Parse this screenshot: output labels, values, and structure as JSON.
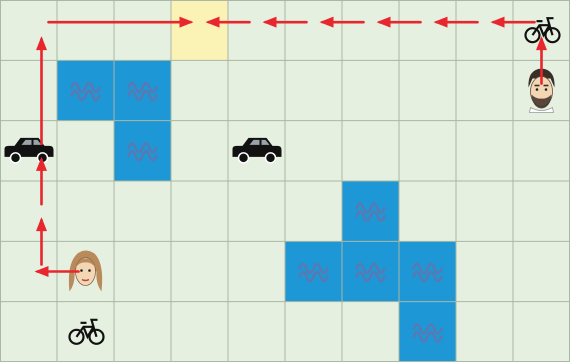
{
  "grid": {
    "cols": 10,
    "rows": 6
  },
  "colors": {
    "land": "#e6f0e0",
    "grid_line": "#a9b7a4",
    "water": "#1e97d6",
    "water_wave": "#5b78b0",
    "target": "#fbf2b6",
    "arrow": "#e8262d",
    "vehicle": "#111111",
    "skin": "#f3d7b4",
    "hair_dark": "#3a2f27",
    "hair_light": "#b98a5c"
  },
  "cells": [
    {
      "col": 3,
      "row": 0,
      "kind": "target"
    },
    {
      "col": 1,
      "row": 1,
      "kind": "water"
    },
    {
      "col": 2,
      "row": 1,
      "kind": "water"
    },
    {
      "col": 2,
      "row": 2,
      "kind": "water"
    },
    {
      "col": 6,
      "row": 3,
      "kind": "water"
    },
    {
      "col": 5,
      "row": 4,
      "kind": "water"
    },
    {
      "col": 6,
      "row": 4,
      "kind": "water"
    },
    {
      "col": 7,
      "row": 4,
      "kind": "water"
    },
    {
      "col": 7,
      "row": 5,
      "kind": "water"
    }
  ],
  "pieces": [
    {
      "col": 9,
      "row": 0,
      "icon": "bicycle-icon"
    },
    {
      "col": 9,
      "row": 1,
      "icon": "man-icon"
    },
    {
      "col": 0,
      "row": 2,
      "icon": "car-icon"
    },
    {
      "col": 4,
      "row": 2,
      "icon": "car-icon"
    },
    {
      "col": 1,
      "row": 4,
      "icon": "woman-icon"
    },
    {
      "col": 1,
      "row": 5,
      "icon": "bicycle-icon"
    }
  ],
  "path_arrows": [
    {
      "from": [
        9,
        1
      ],
      "to": [
        9,
        0
      ]
    },
    {
      "from": [
        9,
        0
      ],
      "to": [
        8,
        0
      ]
    },
    {
      "from": [
        8,
        0
      ],
      "to": [
        7,
        0
      ]
    },
    {
      "from": [
        7,
        0
      ],
      "to": [
        6,
        0
      ]
    },
    {
      "from": [
        6,
        0
      ],
      "to": [
        5,
        0
      ]
    },
    {
      "from": [
        5,
        0
      ],
      "to": [
        4,
        0
      ]
    },
    {
      "from": [
        4,
        0
      ],
      "to": [
        3,
        0
      ]
    },
    {
      "from": [
        1,
        4
      ],
      "to": [
        0,
        4
      ]
    },
    {
      "from": [
        0,
        4
      ],
      "to": [
        0,
        3
      ]
    },
    {
      "from": [
        0,
        3
      ],
      "to": [
        0,
        2
      ]
    },
    {
      "from": [
        0,
        2
      ],
      "to": [
        0,
        0
      ]
    },
    {
      "from": [
        0,
        0
      ],
      "to": [
        3,
        0
      ]
    }
  ]
}
